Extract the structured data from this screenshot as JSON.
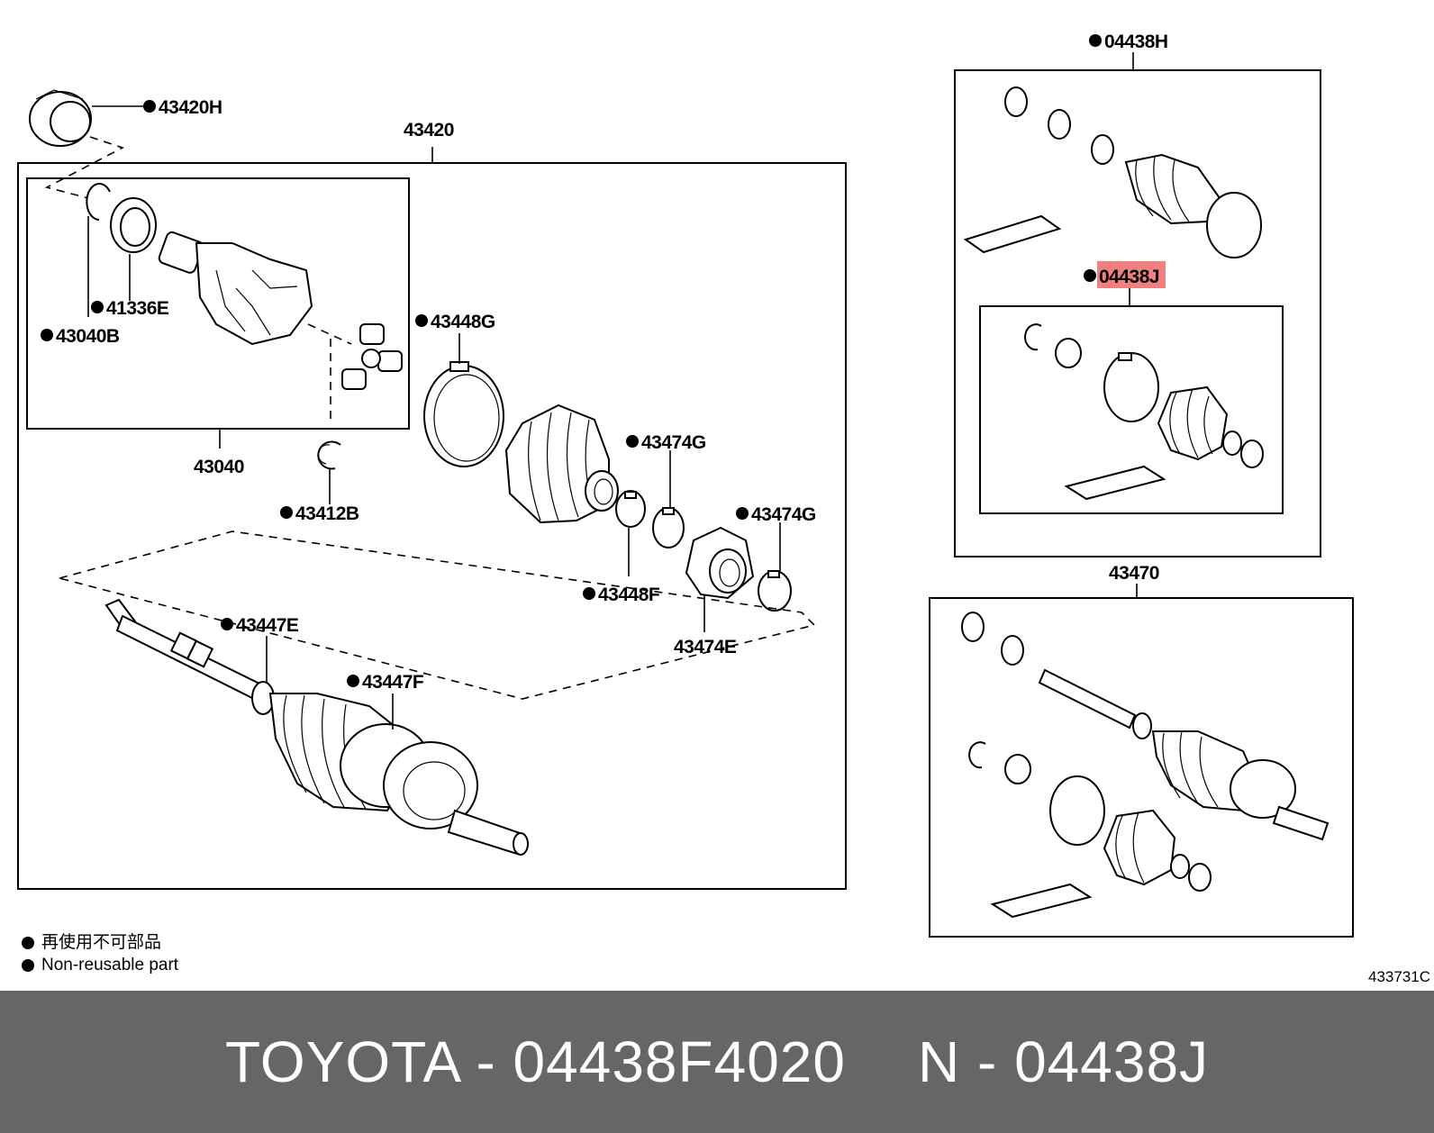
{
  "labels": {
    "l43420H": "43420H",
    "l43420": "43420",
    "l41336E": "41336E",
    "l43040B": "43040B",
    "l43040": "43040",
    "l43412B": "43412B",
    "l43448G": "43448G",
    "l43474G_1": "43474G",
    "l43474G_2": "43474G",
    "l43448F": "43448F",
    "l43474E": "43474E",
    "l43447E": "43447E",
    "l43447F": "43447F",
    "l04438H": "04438H",
    "l04438J": "04438J",
    "l43470": "43470"
  },
  "legend": {
    "ja": "再使用不可部品",
    "en": "Non-reusable part"
  },
  "diagram_code": "433731C",
  "footer": {
    "left": "TOYOTA - 04438F4020",
    "right": "N - 04438J"
  },
  "colors": {
    "highlight": "#f08080",
    "footer_bg": "#666666",
    "footer_text": "#ffffff"
  }
}
